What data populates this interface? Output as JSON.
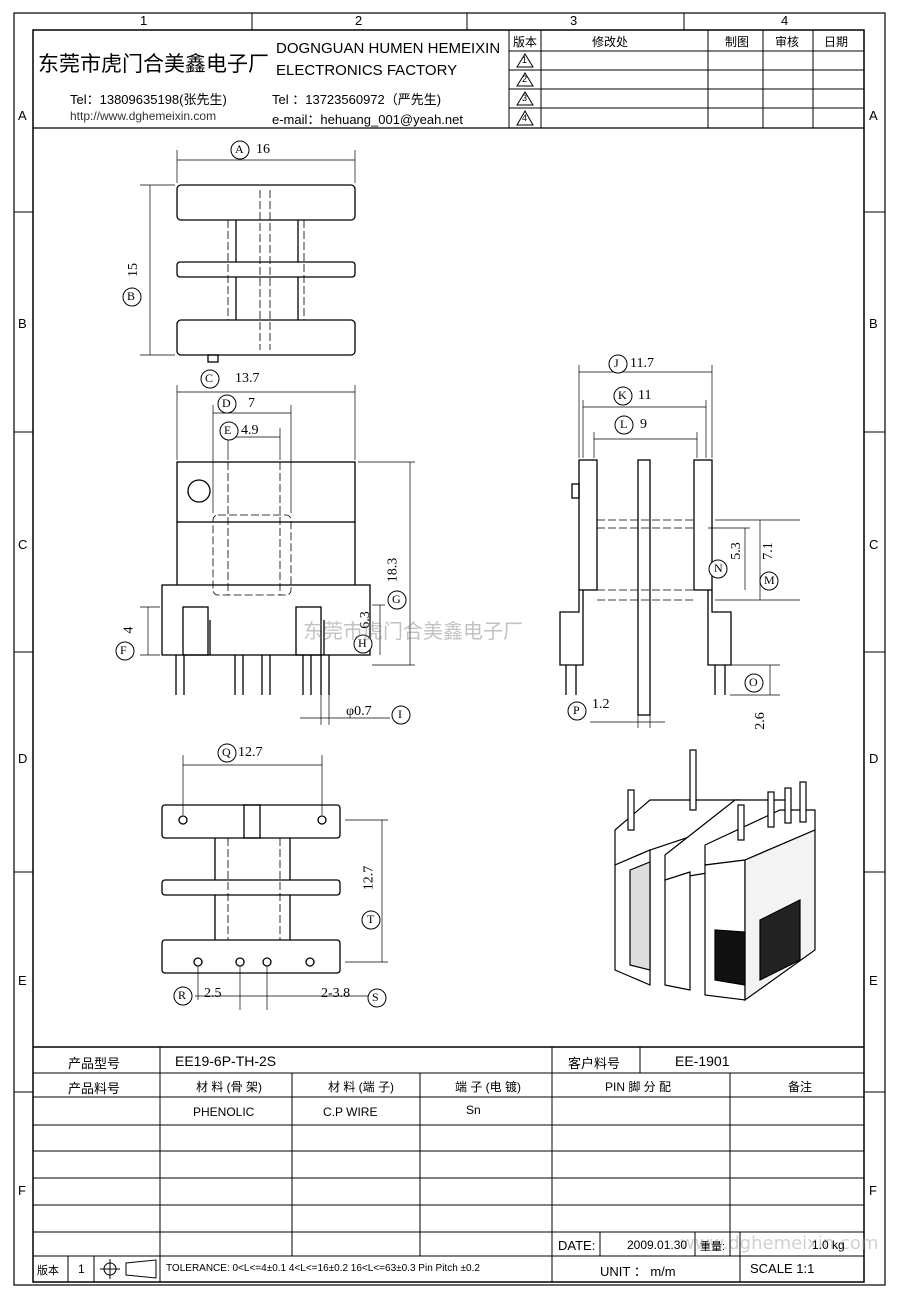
{
  "zones": {
    "cols": [
      "1",
      "2",
      "3",
      "4"
    ],
    "rows": [
      "A",
      "B",
      "C",
      "D",
      "E",
      "F"
    ]
  },
  "company": {
    "name_cn": "东莞市虎门合美鑫电子厂",
    "name_en_1": "DOGNGUAN HUMEN HEMEIXIN",
    "name_en_2": "ELECTRONICS FACTORY",
    "tel1": "Tel：13809635198(张先生)",
    "tel2": "Tel ：13723560972（严先生)",
    "website": "http://www.dghemeixin.com",
    "email": "e-mail：hehuang_001@yeah.net",
    "watermark": "东莞市虎门合美鑫电子厂"
  },
  "revision_table": {
    "headers": [
      "版本",
      "修改处",
      "制图",
      "审核",
      "日期"
    ],
    "rows": [
      "1",
      "2",
      "3",
      "4"
    ]
  },
  "dimensions": {
    "A": {
      "letter": "A",
      "value": "16"
    },
    "B": {
      "letter": "B",
      "value": "15"
    },
    "C": {
      "letter": "C",
      "value": "13.7"
    },
    "D": {
      "letter": "D",
      "value": "7"
    },
    "E": {
      "letter": "E",
      "value": "4.9"
    },
    "F": {
      "letter": "F",
      "value": "4"
    },
    "G": {
      "letter": "G",
      "value": "18.3"
    },
    "H": {
      "letter": "H",
      "value": "6.3"
    },
    "I": {
      "letter": "I",
      "value": "φ0.7"
    },
    "J": {
      "letter": "J",
      "value": "11.7"
    },
    "K": {
      "letter": "K",
      "value": "11"
    },
    "L": {
      "letter": "L",
      "value": "9"
    },
    "M": {
      "letter": "M",
      "value": "7.1"
    },
    "N": {
      "letter": "N",
      "value": "5.3"
    },
    "O": {
      "letter": "O",
      "value": "2.6"
    },
    "P": {
      "letter": "P",
      "value": "1.2"
    },
    "Q": {
      "letter": "Q",
      "value": "12.7"
    },
    "R": {
      "letter": "R",
      "value": "2.5"
    },
    "S": {
      "letter": "S",
      "value": "2-3.8"
    },
    "T": {
      "letter": "T",
      "value": "12.7"
    }
  },
  "spec_table": {
    "product_model_label": "产品型号",
    "product_model": "EE19-6P-TH-2S",
    "customer_part_label": "客户料号",
    "customer_part": "EE-1901",
    "product_part_label": "产品料号",
    "material_bobbin_label": "材 料 (骨 架)",
    "material_pin_label": "材 料 (端 子)",
    "plating_label": "端 子 (电 镀)",
    "pin_assignment_label": "PIN 脚 分 配",
    "remarks_label": "备注",
    "material_bobbin": "PHENOLIC",
    "material_pin": "C.P WIRE",
    "plating": "Sn"
  },
  "footer": {
    "date_label": "DATE:",
    "date": "2009.01.30",
    "weight_label": "重量:",
    "weight": "1.0 kg",
    "version_label": "版本",
    "version": "1",
    "tolerance": "TOLERANCE:  0<L<=4±0.1  4<L<=16±0.2  16<L<=63±0.3  Pin Pitch  ±0.2",
    "unit": "UNIT ： m/m",
    "scale": "SCALE   1:1",
    "watermark": "www.dghemeixin.com"
  }
}
